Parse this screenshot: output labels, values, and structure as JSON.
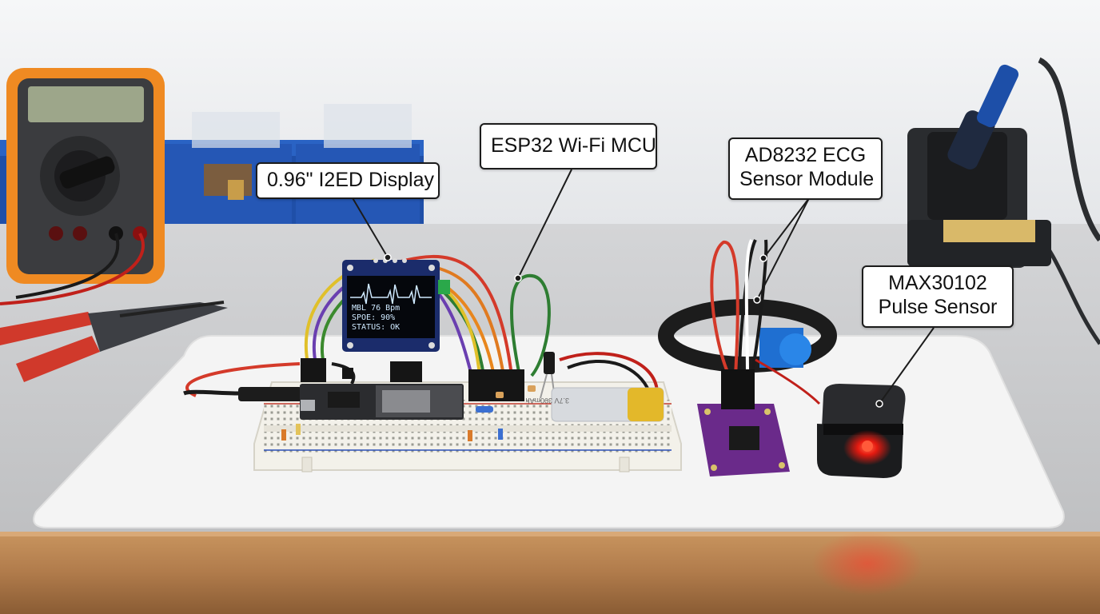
{
  "callouts": {
    "oled": {
      "line1": "0.96\" I2ED Display"
    },
    "esp32": {
      "line1": "ESP32 Wi-Fi MCU"
    },
    "ecg": {
      "line1": "AD8232 ECG",
      "line2": "Sensor Module"
    },
    "pulse": {
      "line1": "MAX30102",
      "line2": "Pulse Sensor"
    }
  },
  "oled_screen": {
    "line1": "MBL 76 Bpm",
    "line2": "SPOE: 90%",
    "line3": "STATUS: OK"
  },
  "battery_label": "3.7V 300mAh",
  "colors": {
    "wall": "#eef0f2",
    "desk": "#c9c9c9",
    "mat": "#f4f4f4",
    "wood": "#c08a5a",
    "ecg_board": "#6a2a8a",
    "oled_text": "#cfe9ff",
    "pulse_led": "#ff2a1a"
  }
}
